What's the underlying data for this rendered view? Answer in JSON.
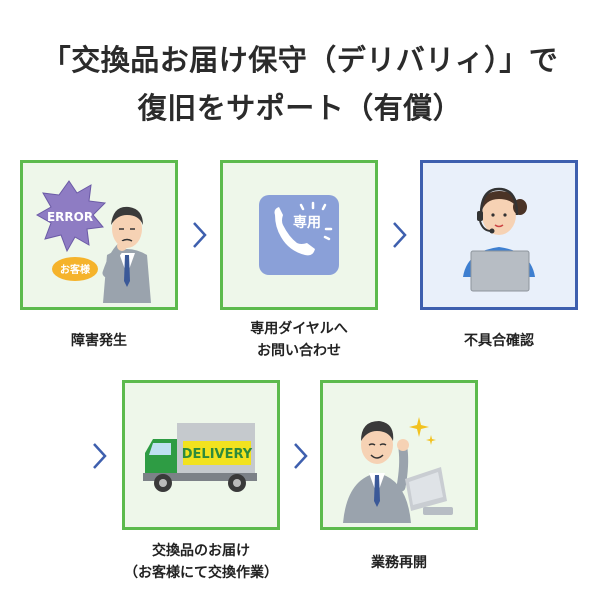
{
  "title": {
    "line1": "「交換品お届け保守（デリバリィ）」で",
    "line2": "復旧をサポート（有償）"
  },
  "steps": [
    {
      "label": "障害発生",
      "icon": "error-icon",
      "error_text": "ERROR",
      "badge_text": "お客様"
    },
    {
      "label_line1": "専用ダイヤルへ",
      "label_line2": "お問い合わせ",
      "icon": "phone-icon",
      "phone_text": "専用"
    },
    {
      "label": "不具合確認",
      "icon": "operator-icon"
    },
    {
      "label_line1": "交換品のお届け",
      "label_line2": "（お客様にて交換作業）",
      "icon": "truck-icon",
      "truck_text": "DELIVERY"
    },
    {
      "label": "業務再開",
      "icon": "businessman-icon"
    }
  ],
  "colors": {
    "step_border": "#5cba4d",
    "current_border": "#3e5fae",
    "arrow": "#3e5fae"
  }
}
